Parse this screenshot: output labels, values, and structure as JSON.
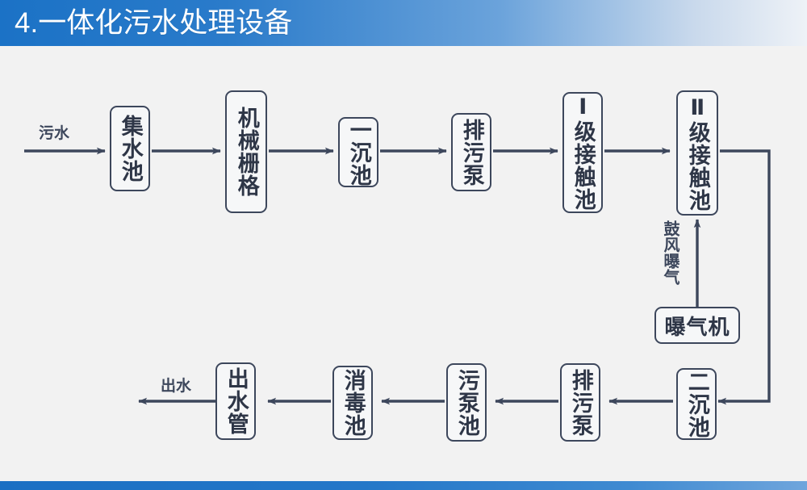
{
  "header": {
    "title": "4.一体化污水处理设备",
    "accent_color": "#1b72c6",
    "gradient_end_color": "#eef2f7"
  },
  "footer": {
    "accent_color": "#1b6fc3"
  },
  "diagram": {
    "type": "flowchart",
    "orientation": "serpentine-two-rows",
    "line_color": "#3d475c",
    "background_color": "#f2f2f2",
    "box_fill": "#f6f7f8",
    "nodes": [
      {
        "id": "jishuichi",
        "label": "集水池",
        "row": "top",
        "order": 1
      },
      {
        "id": "jixieshange",
        "label": "机械栅格",
        "row": "top",
        "order": 2
      },
      {
        "id": "yichenchi",
        "label": "一沉池",
        "row": "top",
        "order": 3
      },
      {
        "id": "paiwubeng1",
        "label": "排污泵",
        "row": "top",
        "order": 4
      },
      {
        "id": "yijijiechu",
        "label": "Ⅰ级接触池",
        "row": "top",
        "order": 5
      },
      {
        "id": "erjijiechu",
        "label": "Ⅱ级接触池",
        "row": "top",
        "order": 6
      },
      {
        "id": "baoqiji",
        "label": "曝气机",
        "row": "middle",
        "order": 7
      },
      {
        "id": "erchenchi",
        "label": "二沉池",
        "row": "bottom",
        "order": 8
      },
      {
        "id": "paiwubeng2",
        "label": "排污泵",
        "row": "bottom",
        "order": 9
      },
      {
        "id": "wubengchi",
        "label": "污泵池",
        "row": "bottom",
        "order": 10
      },
      {
        "id": "xiaoduchi",
        "label": "消毒池",
        "row": "bottom",
        "order": 11
      },
      {
        "id": "chushuiguan",
        "label": "出水管",
        "row": "bottom",
        "order": 12
      }
    ],
    "edge_labels": {
      "inlet": "污水",
      "outlet": "出水",
      "aeration": "鼓风曝气"
    }
  }
}
